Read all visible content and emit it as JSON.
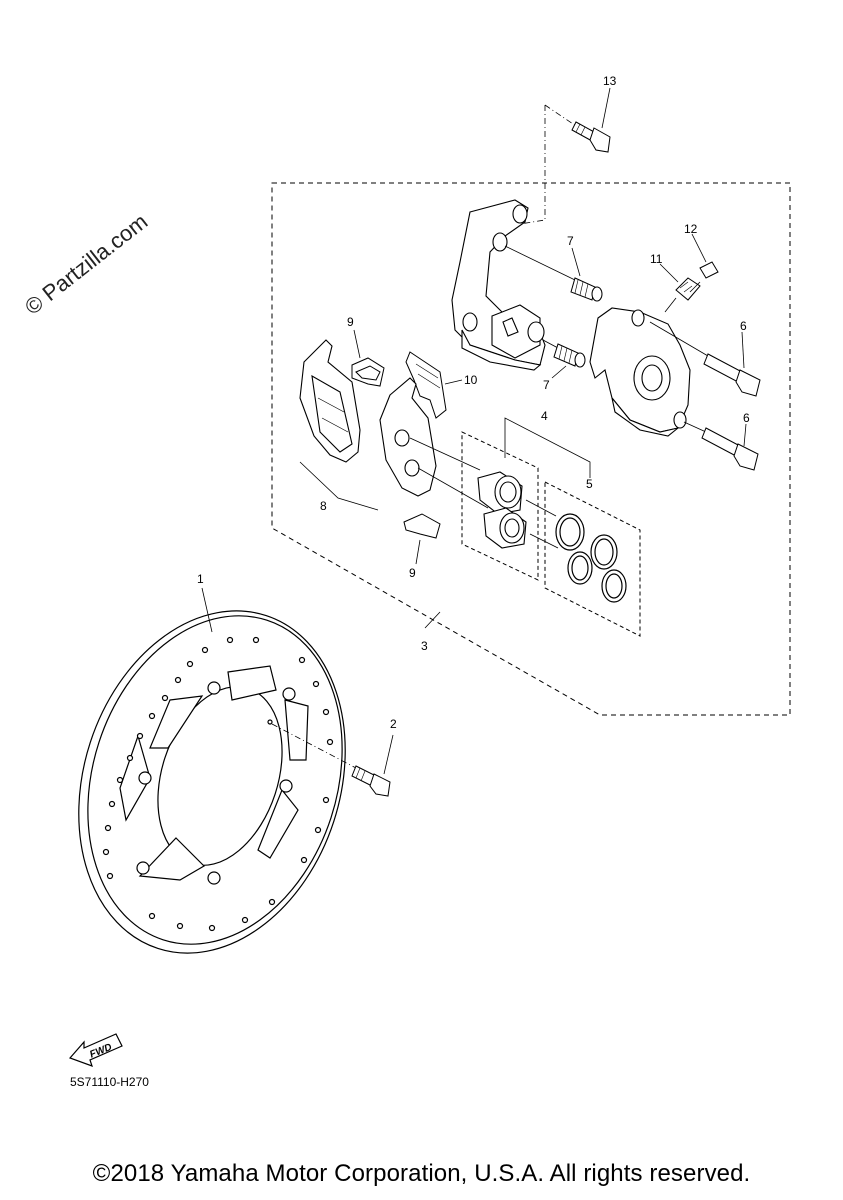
{
  "watermark": "© Partzilla.com",
  "callouts": {
    "c1": "1",
    "c2": "2",
    "c3": "3",
    "c4": "4",
    "c5": "5",
    "c6a": "6",
    "c6b": "6",
    "c7a": "7",
    "c7b": "7",
    "c8": "8",
    "c9a": "9",
    "c9b": "9",
    "c10": "10",
    "c11": "11",
    "c12": "12",
    "c13": "13"
  },
  "fwd_label": "FWD",
  "part_code": "5S71110-H270",
  "copyright": "©2018 Yamaha Motor Corporation, U.S.A. All rights reserved."
}
